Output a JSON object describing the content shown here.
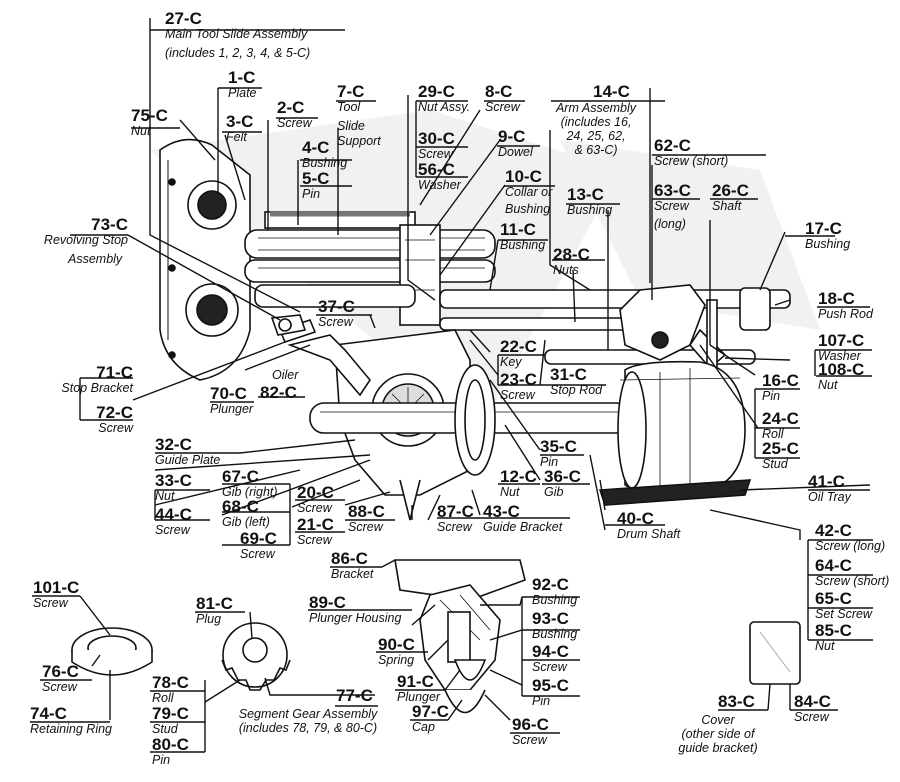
{
  "parts": [
    {
      "code": "27-C",
      "name": "Main Tool Slide Assembly"
    },
    {
      "code": "1-C",
      "name": "Plate"
    },
    {
      "code": "75-C",
      "name": "Nut"
    },
    {
      "code": "3-C",
      "name": "Felt"
    },
    {
      "code": "2-C",
      "name": "Screw"
    },
    {
      "code": "7-C",
      "name": "Tool"
    },
    {
      "code": "4-C",
      "name": "Bushing"
    },
    {
      "code": "5-C",
      "name": "Pin"
    },
    {
      "code": "29-C",
      "name": "Nut Assy."
    },
    {
      "code": "30-C",
      "name": "Screw"
    },
    {
      "code": "56-C",
      "name": "Washer"
    },
    {
      "code": "8-C",
      "name": "Screw"
    },
    {
      "code": "9-C",
      "name": "Dowel"
    },
    {
      "code": "10-C",
      "name": "Collar or"
    },
    {
      "code": "11-C",
      "name": "Bushing"
    },
    {
      "code": "14-C",
      "name": "Arm Assembly"
    },
    {
      "code": "62-C",
      "name": "Screw (short)"
    },
    {
      "code": "63-C",
      "name": "Screw"
    },
    {
      "code": "26-C",
      "name": "Shaft"
    },
    {
      "code": "13-C",
      "name": "Bushing"
    },
    {
      "code": "17-C",
      "name": "Bushing"
    },
    {
      "code": "28-C",
      "name": "Nuts"
    },
    {
      "code": "73-C",
      "name": "Revolving Stop"
    },
    {
      "code": "18-C",
      "name": "Push Rod"
    },
    {
      "code": "37-C",
      "name": "Screw"
    },
    {
      "code": "107-C",
      "name": "Washer"
    },
    {
      "code": "108-C",
      "name": "Nut"
    },
    {
      "code": "22-C",
      "name": "Key"
    },
    {
      "code": "23-C",
      "name": "Screw"
    },
    {
      "code": "31-C",
      "name": "Stop Rod"
    },
    {
      "code": "71-C",
      "name": "Stop Bracket"
    },
    {
      "code": "72-C",
      "name": "Screw"
    },
    {
      "code": "70-C",
      "name": "Plunger"
    },
    {
      "code": "82-C",
      "name": "Oiler"
    },
    {
      "code": "16-C",
      "name": "Pin"
    },
    {
      "code": "24-C",
      "name": "Roll"
    },
    {
      "code": "25-C",
      "name": "Stud"
    },
    {
      "code": "32-C",
      "name": "Guide Plate"
    },
    {
      "code": "33-C",
      "name": "Nut"
    },
    {
      "code": "44-C",
      "name": "Screw"
    },
    {
      "code": "35-C",
      "name": "Pin"
    },
    {
      "code": "36-C",
      "name": "Gib"
    },
    {
      "code": "12-C",
      "name": "Nut"
    },
    {
      "code": "41-C",
      "name": "Oil Tray"
    },
    {
      "code": "67-C",
      "name": "Gib (right)"
    },
    {
      "code": "68-C",
      "name": "Gib (left)"
    },
    {
      "code": "69-C",
      "name": "Screw"
    },
    {
      "code": "20-C",
      "name": "Screw"
    },
    {
      "code": "21-C",
      "name": "Screw"
    },
    {
      "code": "88-C",
      "name": "Screw"
    },
    {
      "code": "87-C",
      "name": "Screw"
    },
    {
      "code": "43-C",
      "name": "Guide Bracket"
    },
    {
      "code": "40-C",
      "name": "Drum Shaft"
    },
    {
      "code": "42-C",
      "name": "Screw (long)"
    },
    {
      "code": "64-C",
      "name": "Screw (short)"
    },
    {
      "code": "65-C",
      "name": "Set Screw"
    },
    {
      "code": "85-C",
      "name": "Nut"
    },
    {
      "code": "86-C",
      "name": "Bracket"
    },
    {
      "code": "101-C",
      "name": "Screw"
    },
    {
      "code": "81-C",
      "name": "Plug"
    },
    {
      "code": "89-C",
      "name": "Plunger Housing"
    },
    {
      "code": "92-C",
      "name": "Bushing"
    },
    {
      "code": "93-C",
      "name": "Bushing"
    },
    {
      "code": "94-C",
      "name": "Screw"
    },
    {
      "code": "90-C",
      "name": "Spring"
    },
    {
      "code": "76-C",
      "name": "Screw"
    },
    {
      "code": "91-C",
      "name": "Plunger"
    },
    {
      "code": "95-C",
      "name": "Pin"
    },
    {
      "code": "78-C",
      "name": "Roll"
    },
    {
      "code": "79-C",
      "name": "Stud"
    },
    {
      "code": "80-C",
      "name": "Pin"
    },
    {
      "code": "77-C",
      "name": "Segment Gear Assembly"
    },
    {
      "code": "74-C",
      "name": "Retaining Ring"
    },
    {
      "code": "97-C",
      "name": "Cap"
    },
    {
      "code": "96-C",
      "name": "Screw"
    },
    {
      "code": "83-C",
      "name": "Cover"
    },
    {
      "code": "84-C",
      "name": "Screw"
    }
  ],
  "extra_lines": {
    "main_slide_includes": "(includes 1, 2, 3, 4, & 5-C)",
    "tool_line2": "Slide",
    "tool_line3": "Support",
    "collar_line2": "Bushing",
    "arm_includes_1": "(includes 16,",
    "arm_includes_2": "24, 25, 62,",
    "arm_includes_3": "& 63-C)",
    "screw63_line2": "(long)",
    "revstop_line2": "Assembly",
    "segment_includes": "(includes 78, 79, & 80-C)",
    "cover_line2": "(other side of",
    "cover_line3": "guide bracket)"
  }
}
